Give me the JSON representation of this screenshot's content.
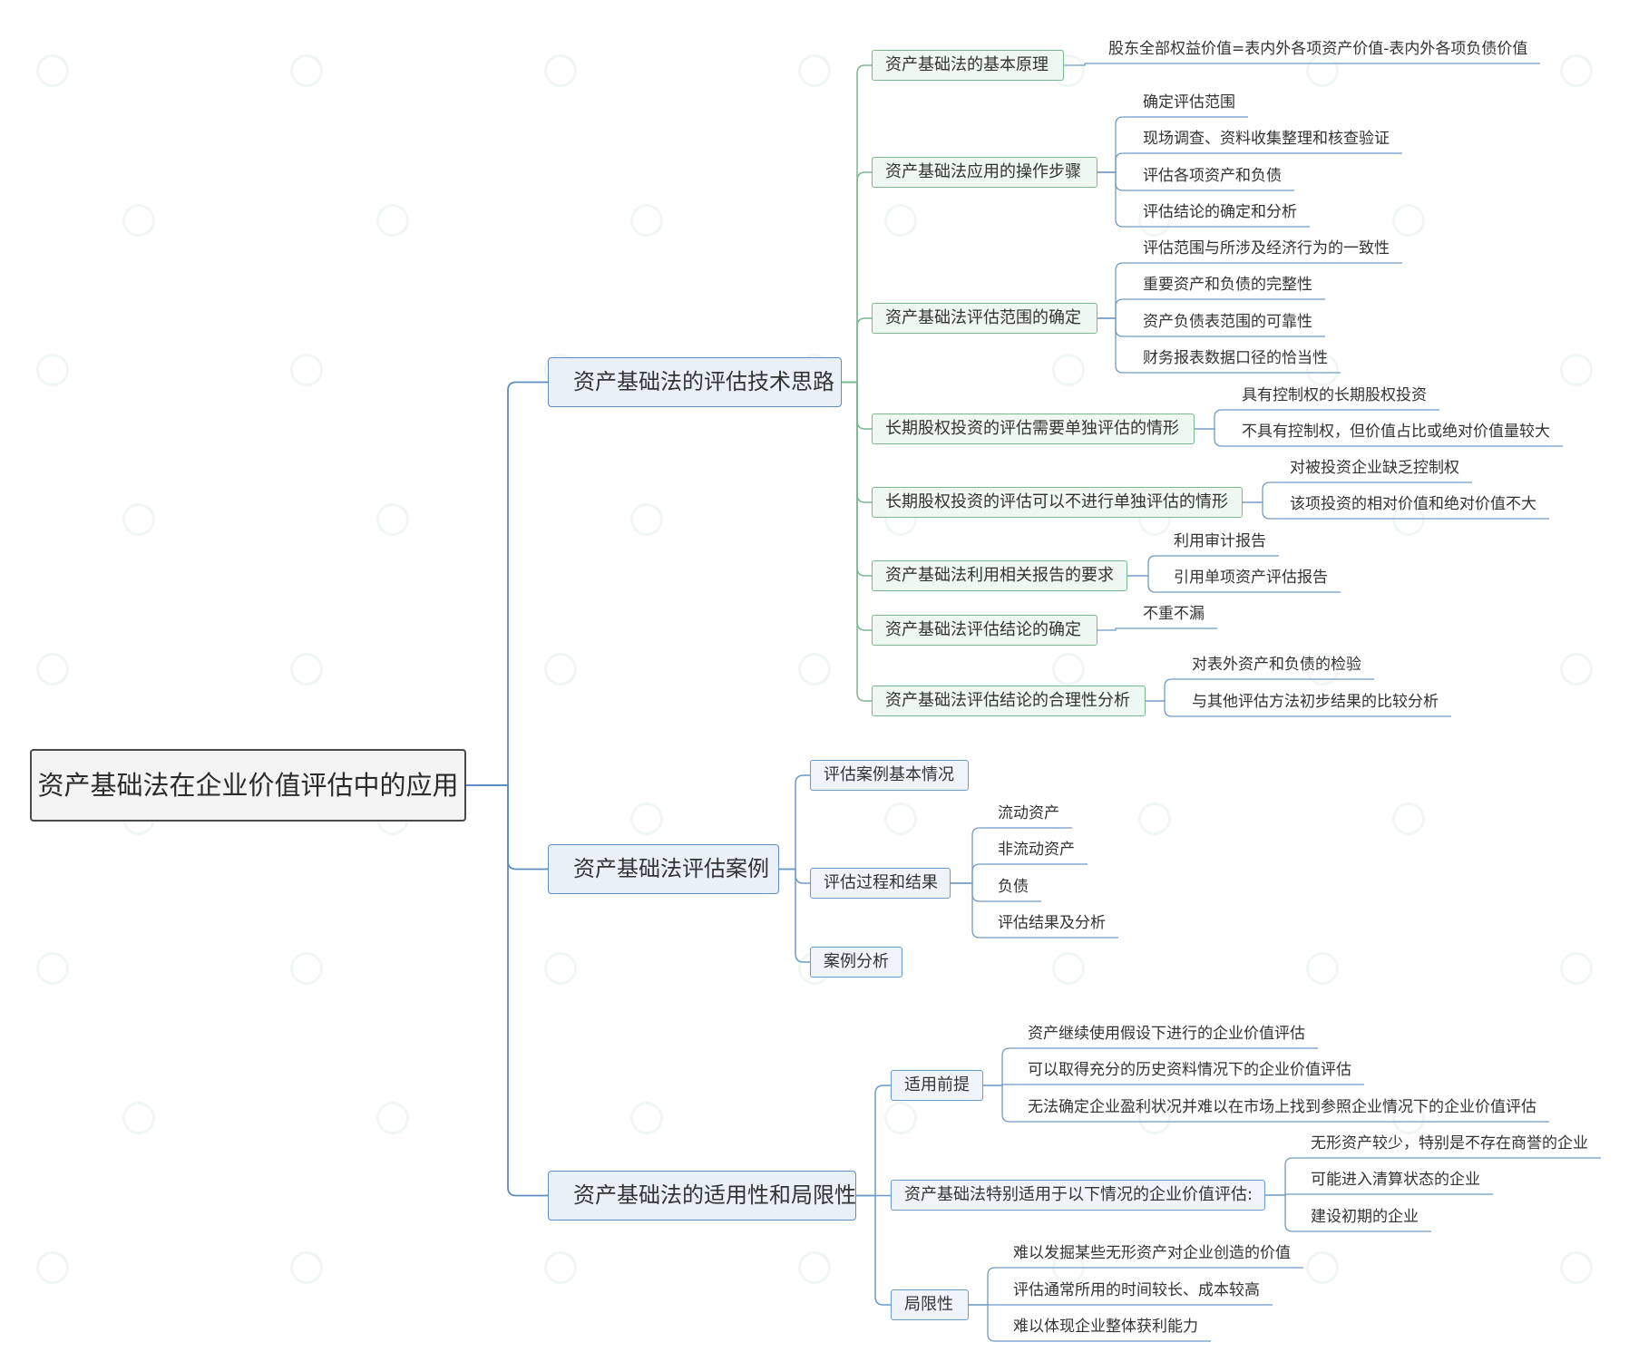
{
  "root": "资产基础法在企业价值评估中的应用",
  "branch1": {
    "label": "资产基础法的评估技术思路",
    "subs": [
      {
        "label": "资产基础法的基本原理",
        "leaves": [
          "股东全部权益价值=表内外各项资产价值-表内外各项负债价值"
        ]
      },
      {
        "label": "资产基础法应用的操作步骤",
        "leaves": [
          "确定评估范围",
          "现场调查、资料收集整理和核查验证",
          "评估各项资产和负债",
          "评估结论的确定和分析"
        ]
      },
      {
        "label": "资产基础法评估范围的确定",
        "leaves": [
          "评估范围与所涉及经济行为的一致性",
          "重要资产和负债的完整性",
          "资产负债表范围的可靠性",
          "财务报表数据口径的恰当性"
        ]
      },
      {
        "label": "长期股权投资的评估需要单独评估的情形",
        "leaves": [
          "具有控制权的长期股权投资",
          "不具有控制权，但价值占比或绝对价值量较大"
        ]
      },
      {
        "label": "长期股权投资的评估可以不进行单独评估的情形",
        "leaves": [
          "对被投资企业缺乏控制权",
          "该项投资的相对价值和绝对价值不大"
        ]
      },
      {
        "label": "资产基础法利用相关报告的要求",
        "leaves": [
          "利用审计报告",
          "引用单项资产评估报告"
        ]
      },
      {
        "label": "资产基础法评估结论的确定",
        "leaves": [
          "不重不漏"
        ]
      },
      {
        "label": "资产基础法评估结论的合理性分析",
        "leaves": [
          "对表外资产和负债的检验",
          "与其他评估方法初步结果的比较分析"
        ]
      }
    ]
  },
  "branch2": {
    "label": "资产基础法评估案例",
    "subs": [
      {
        "label": "评估案例基本情况",
        "leaves": []
      },
      {
        "label": "评估过程和结果",
        "leaves": [
          "流动资产",
          "非流动资产",
          "负债",
          "评估结果及分析"
        ]
      },
      {
        "label": "案例分析",
        "leaves": []
      }
    ]
  },
  "branch3": {
    "label": "资产基础法的适用性和局限性",
    "subs": [
      {
        "label": "适用前提",
        "leaves": [
          "资产继续使用假设下进行的企业价值评估",
          "可以取得充分的历史资料情况下的企业价值评估",
          "无法确定企业盈利状况并难以在市场上找到参照企业情况下的企业价值评估"
        ]
      },
      {
        "label": "资产基础法特别适用于以下情况的企业价值评估:",
        "leaves": [
          "无形资产较少，特别是不存在商誉的企业",
          "可能进入清算状态的企业",
          "建设初期的企业"
        ]
      },
      {
        "label": "局限性",
        "leaves": [
          "难以发掘某些无形资产对企业创造的价值",
          "评估通常所用的时间较长、成本较高",
          "难以体现企业整体获利能力"
        ]
      }
    ]
  }
}
